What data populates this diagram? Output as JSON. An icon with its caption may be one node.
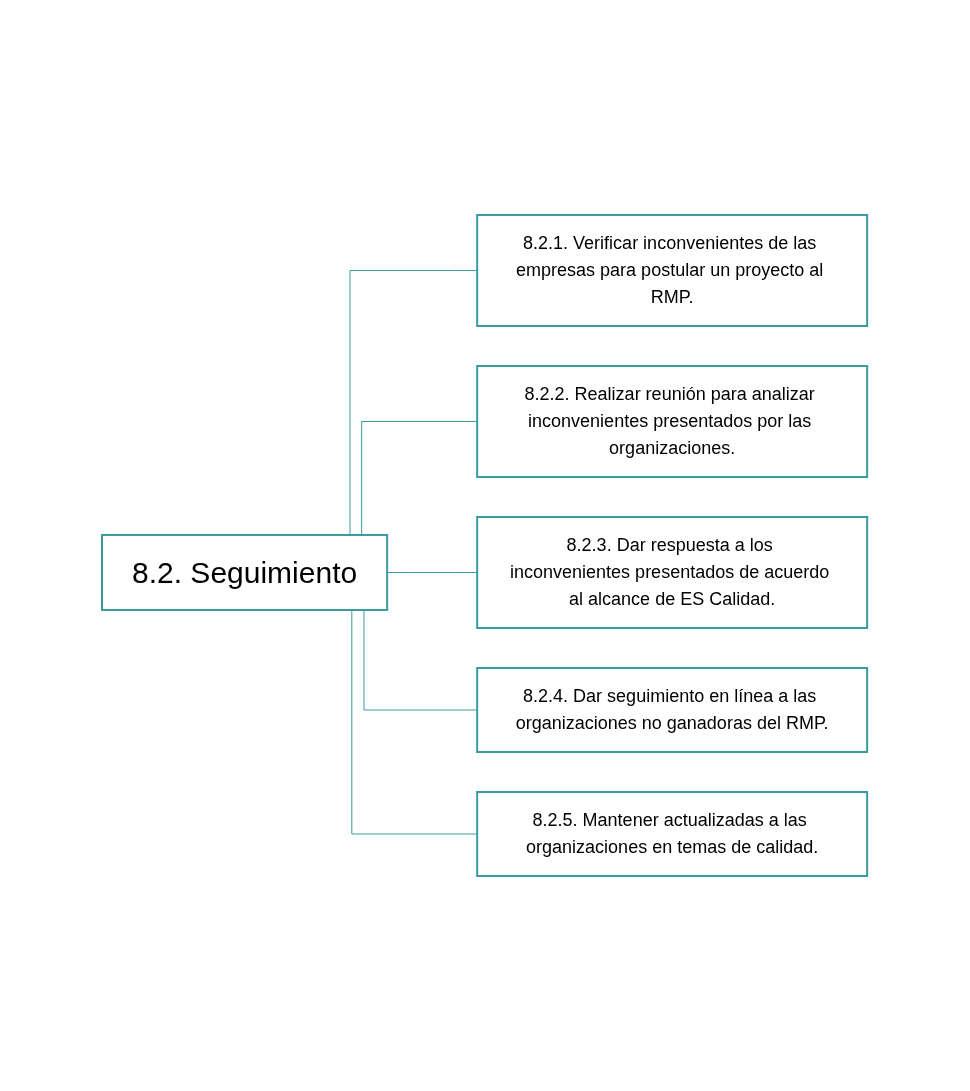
{
  "diagram": {
    "nodes": [
      {
        "text": [
          "8.2. Seguimiento"
        ]
      },
      {
        "text": [
          "8.2.1. Verificar inconvenientes de las empresas para postular un proyecto al RMP."
        ]
      },
      {
        "text": [
          "8.2.2. Realizar reunión para analizar inconvenientes presentados por las organizaciones."
        ]
      },
      {
        "text": [
          "8.2.3. Dar respuesta a los inconvenientes presentados de acuerdo al alcance de ES Calidad."
        ]
      },
      {
        "text": [
          "8.2.4. Dar seguimiento en línea a las organizaciones no ganadoras del RMP."
        ]
      },
      {
        "text": [
          "8.2.5. Mantener actualizadas a las organizaciones en temas de calidad."
        ]
      }
    ],
    "edges": [
      {
        "from": 0,
        "to": 1,
        "arrow": "none"
      },
      {
        "from": 0,
        "to": 2,
        "arrow": "none"
      },
      {
        "from": 0,
        "to": 3,
        "arrow": "none"
      },
      {
        "from": 0,
        "to": 4,
        "arrow": "none"
      },
      {
        "from": 0,
        "to": 5,
        "arrow": "none"
      }
    ]
  }
}
